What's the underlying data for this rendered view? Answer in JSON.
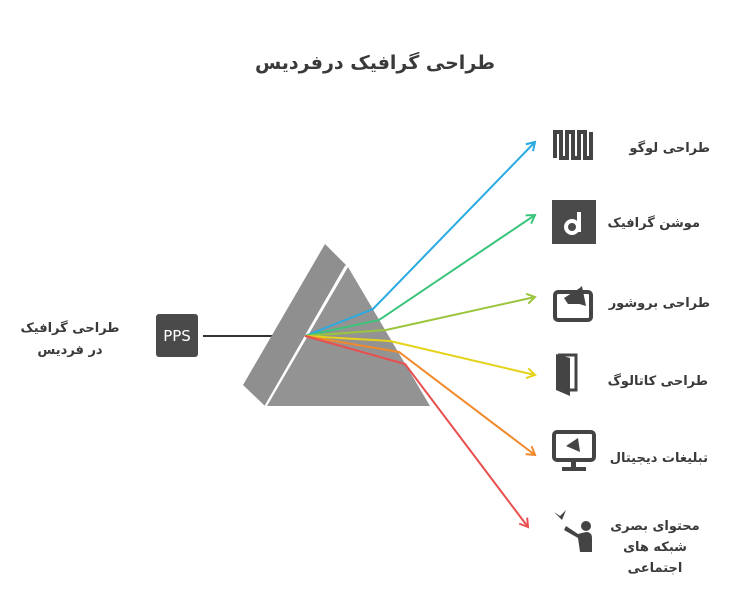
{
  "title": "طراحی گرافیک درفردیس",
  "source": {
    "label": "طراحی گرافیک در فردیس",
    "badge": "PPS"
  },
  "outputs": [
    {
      "label": "طراحی لوگو",
      "icon": "logo-icon",
      "color": "#29abe2"
    },
    {
      "label": "موشن گرافیک",
      "icon": "d-letter-icon",
      "color": "#3cc47c"
    },
    {
      "label": "طراحی بروشور",
      "icon": "megaphone-card-icon",
      "color": "#9bc53d"
    },
    {
      "label": "طراحی کاتالوگ",
      "icon": "door-icon",
      "color": "#e5d21a"
    },
    {
      "label": "تبلیغات دیجیتال",
      "icon": "monitor-megaphone-icon",
      "color": "#f08a2c"
    },
    {
      "label": "محتوای بصری شبکه های اجتماعی",
      "icon": "person-bird-icon",
      "color": "#e8504f"
    }
  ]
}
